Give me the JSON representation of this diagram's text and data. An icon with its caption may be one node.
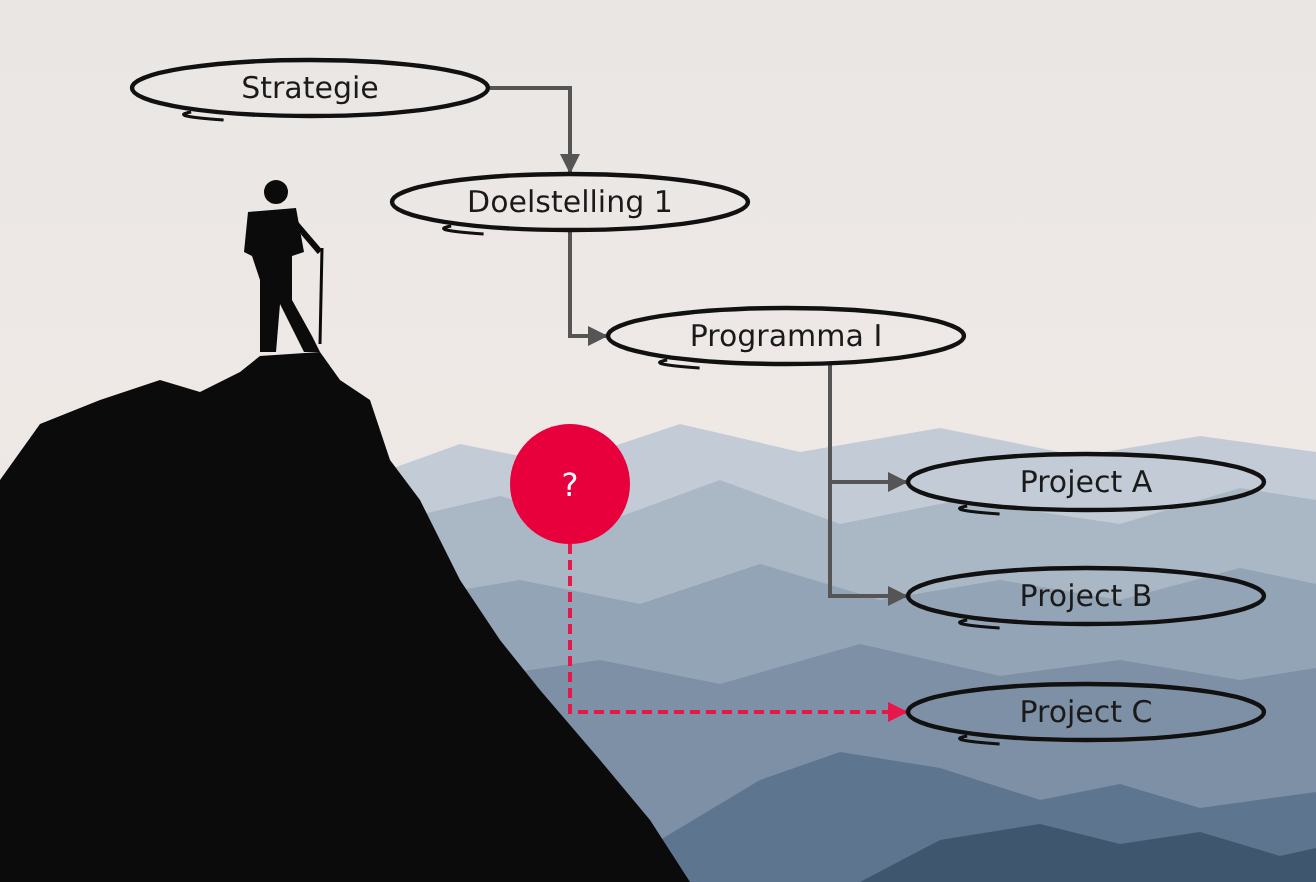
{
  "diagram": {
    "nodes": [
      {
        "text": [
          "Strategie"
        ]
      },
      {
        "text": [
          "Doelstelling 1"
        ]
      },
      {
        "text": [
          "Programma I"
        ]
      },
      {
        "text": [
          "Project A"
        ]
      },
      {
        "text": [
          "Project B"
        ]
      },
      {
        "text": [
          "Project C"
        ]
      },
      {
        "text": [
          "?"
        ]
      }
    ],
    "edges": [
      {
        "from": 0,
        "to": 1,
        "arrow": "to"
      },
      {
        "from": 1,
        "to": 2,
        "arrow": "to"
      },
      {
        "from": 2,
        "to": 3,
        "arrow": "to"
      },
      {
        "from": 2,
        "to": 4,
        "arrow": "to"
      },
      {
        "from": 6,
        "to": 5,
        "arrow": "to",
        "style": "dashed",
        "color": "#e8174a"
      }
    ]
  }
}
